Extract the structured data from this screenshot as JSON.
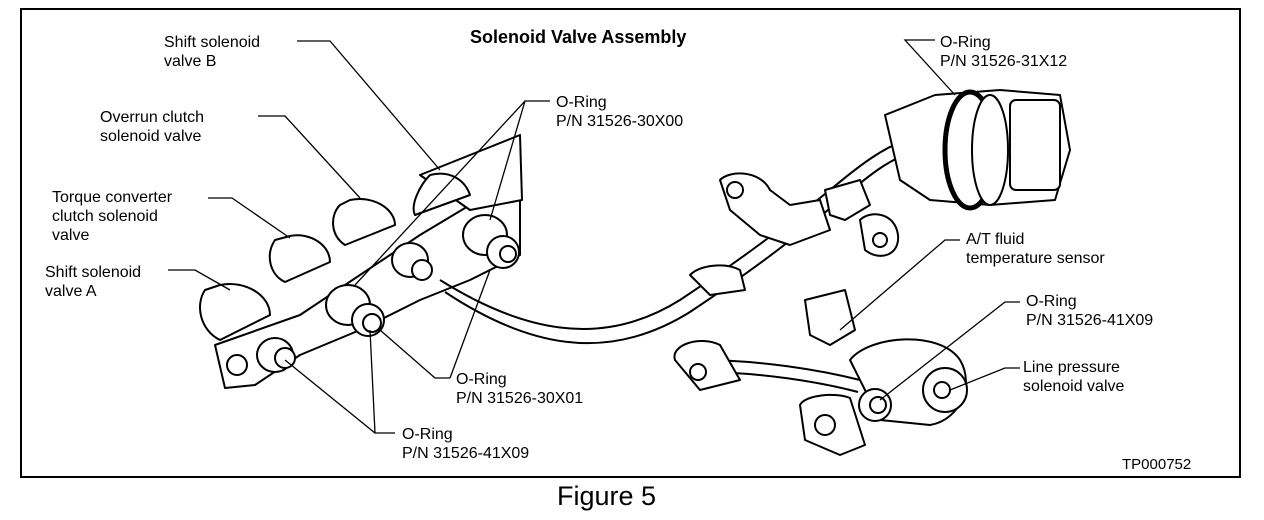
{
  "title": "Solenoid Valve Assembly",
  "caption": "Figure 5",
  "drawing_code": "TP000752",
  "labels": {
    "shift_b": [
      "Shift solenoid",
      "valve B"
    ],
    "overrun": [
      "Overrun clutch",
      "solenoid valve"
    ],
    "torque": [
      "Torque converter",
      "clutch solenoid",
      "valve"
    ],
    "shift_a": [
      "Shift solenoid",
      "valve A"
    ],
    "oring_30x00": [
      "O-Ring",
      "P/N 31526-30X00"
    ],
    "oring_31x12": [
      "O-Ring",
      "P/N 31526-31X12"
    ],
    "fluid_temp": [
      "A/T fluid",
      "temperature sensor"
    ],
    "oring_41x09_right": [
      "O-Ring",
      "P/N 31526-41X09"
    ],
    "line_pressure": [
      "Line pressure",
      "solenoid valve"
    ],
    "oring_30x01": [
      "O-Ring",
      "P/N 31526-30X01"
    ],
    "oring_41x09_bottom": [
      "O-Ring",
      "P/N 31526-41X09"
    ]
  }
}
